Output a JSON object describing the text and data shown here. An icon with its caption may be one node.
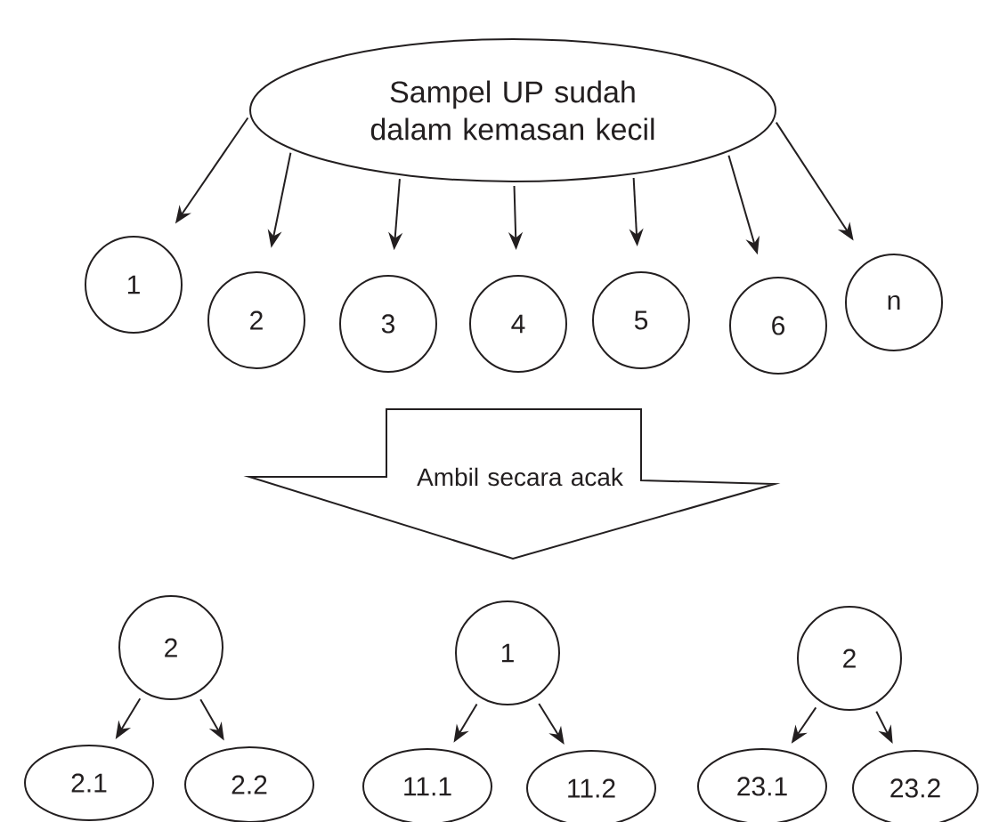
{
  "diagram": {
    "nodes": [
      {
        "text": [
          "Sampel UP sudah dalam kemasan kecil"
        ]
      },
      {
        "text": [
          "1"
        ]
      },
      {
        "text": [
          "2"
        ]
      },
      {
        "text": [
          "3"
        ]
      },
      {
        "text": [
          "4"
        ]
      },
      {
        "text": [
          "5"
        ]
      },
      {
        "text": [
          "6"
        ]
      },
      {
        "text": [
          "n"
        ]
      },
      {
        "text": [
          "Ambil secara acak"
        ]
      },
      {
        "text": [
          "2"
        ]
      },
      {
        "text": [
          "1"
        ]
      },
      {
        "text": [
          "2"
        ]
      },
      {
        "text": [
          "2.1"
        ]
      },
      {
        "text": [
          "2.2"
        ]
      },
      {
        "text": [
          "11.1"
        ]
      },
      {
        "text": [
          "11.2"
        ]
      },
      {
        "text": [
          "23.1"
        ]
      },
      {
        "text": [
          "23.2"
        ]
      }
    ],
    "edges": [
      {
        "from": 0,
        "to": 1,
        "arrow": "to"
      },
      {
        "from": 0,
        "to": 2,
        "arrow": "to"
      },
      {
        "from": 0,
        "to": 3,
        "arrow": "to"
      },
      {
        "from": 0,
        "to": 4,
        "arrow": "to"
      },
      {
        "from": 0,
        "to": 5,
        "arrow": "to"
      },
      {
        "from": 0,
        "to": 6,
        "arrow": "to"
      },
      {
        "from": 0,
        "to": 7,
        "arrow": "to"
      },
      {
        "from": 9,
        "to": 12,
        "arrow": "to"
      },
      {
        "from": 9,
        "to": 13,
        "arrow": "to"
      },
      {
        "from": 10,
        "to": 14,
        "arrow": "to"
      },
      {
        "from": 10,
        "to": 15,
        "arrow": "to"
      },
      {
        "from": 11,
        "to": 16,
        "arrow": "to"
      },
      {
        "from": 11,
        "to": 17,
        "arrow": "to"
      }
    ]
  }
}
